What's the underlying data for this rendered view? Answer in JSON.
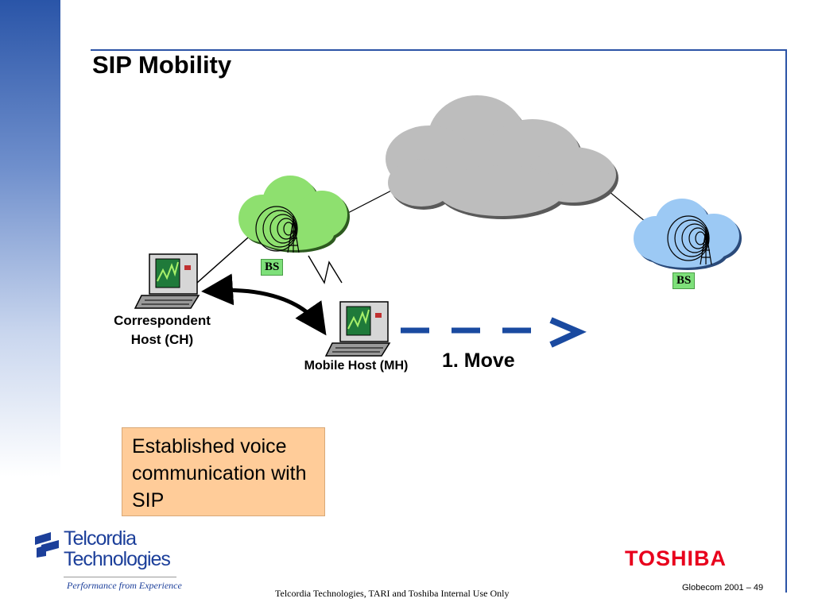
{
  "slide": {
    "title": "SIP Mobility",
    "footer": "Telcordia Technologies, TARI and Toshiba  Internal Use Only",
    "page_number": "Globecom 2001 – 49"
  },
  "diagram": {
    "correspondent_host_label": "Correspondent Host (CH)",
    "mobile_host_label": "Mobile Host (MH)",
    "base_station_left": "BS",
    "base_station_right": "BS",
    "move_label": "1. Move",
    "note": "Established voice communication with SIP"
  },
  "logos": {
    "telcordia_line1": "Telcordia",
    "telcordia_line2": "Technologies",
    "telcordia_tagline": "Performance from Experience",
    "toshiba": "TOSHIBA"
  },
  "colors": {
    "accent_blue": "#2b53a6",
    "move_arrow": "#1a4aa0",
    "cloud_core": "#bdbdbd",
    "cloud_green": "#8ee06f",
    "cloud_blue": "#9cc9f4",
    "note_fill": "#ffcc99",
    "toshiba_red": "#e8001c"
  }
}
